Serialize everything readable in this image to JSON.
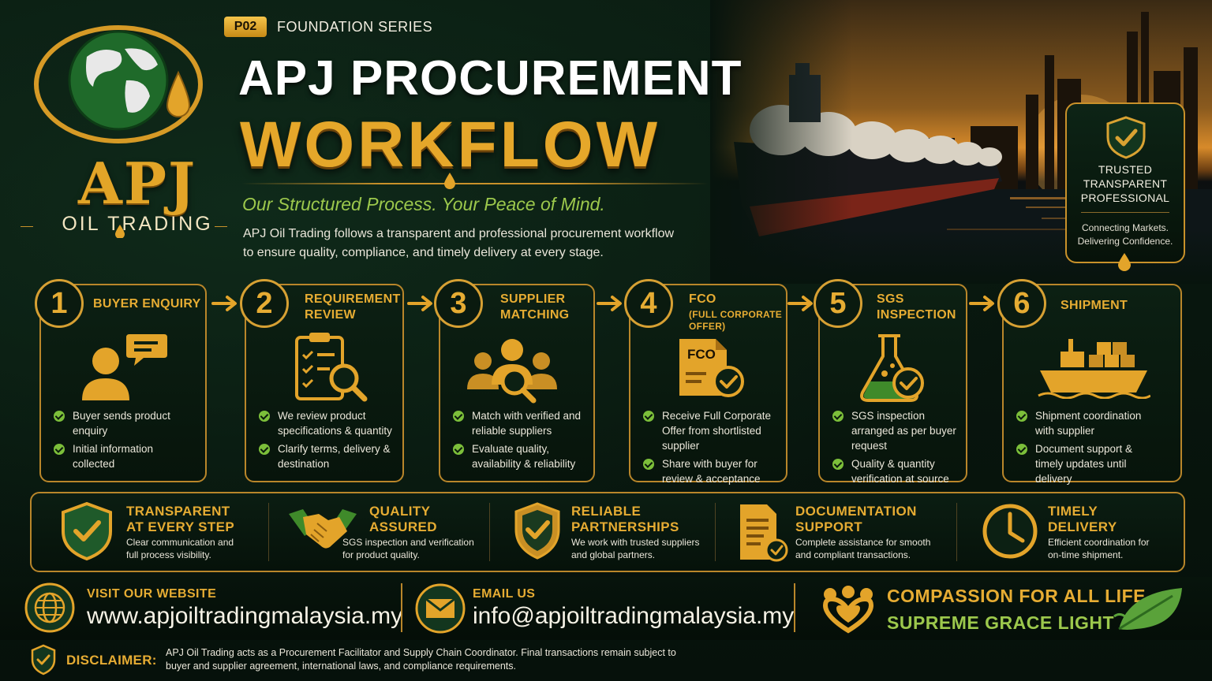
{
  "logo": {
    "brand": "APJ",
    "subtitle": "OIL TRADING"
  },
  "header": {
    "series_badge": "P02",
    "series_name": "FOUNDATION SERIES",
    "title_line1": "APJ PROCUREMENT",
    "title_line2": "WORKFLOW",
    "tagline": "Our Structured Process. Your Peace of Mind.",
    "intro_line1": "APJ Oil Trading follows a transparent and professional procurement workflow",
    "intro_line2": "to ensure quality, compliance, and timely delivery at every stage."
  },
  "trust_badge": {
    "line1": "TRUSTED",
    "line2": "TRANSPARENT",
    "line3": "PROFESSIONAL",
    "sub1": "Connecting Markets.",
    "sub2": "Delivering Confidence."
  },
  "steps": [
    {
      "number": "1",
      "title_line1": "BUYER ENQUIRY",
      "title_line2": "",
      "subtitle_line1": "",
      "subtitle_line2": "",
      "icon": "buyer-chat-icon",
      "bullets": [
        "Buyer sends product enquiry",
        "Initial information collected"
      ]
    },
    {
      "number": "2",
      "title_line1": "REQUIREMENT",
      "title_line2": "REVIEW",
      "subtitle_line1": "",
      "subtitle_line2": "",
      "icon": "clipboard-search-icon",
      "bullets": [
        "We review product specifications & quantity",
        "Clarify terms, delivery & destination"
      ]
    },
    {
      "number": "3",
      "title_line1": "SUPPLIER",
      "title_line2": "MATCHING",
      "subtitle_line1": "",
      "subtitle_line2": "",
      "icon": "people-search-icon",
      "bullets": [
        "Match with verified and reliable suppliers",
        "Evaluate quality, availability & reliability"
      ]
    },
    {
      "number": "4",
      "title_line1": "FCO",
      "title_line2": "",
      "subtitle_line1": "(FULL CORPORATE",
      "subtitle_line2": "OFFER)",
      "icon": "fco-document-icon",
      "icon_text": "FCO",
      "bullets": [
        "Receive Full Corporate Offer from shortlisted supplier",
        "Share with buyer for review & acceptance"
      ]
    },
    {
      "number": "5",
      "title_line1": "SGS",
      "title_line2": "INSPECTION",
      "subtitle_line1": "",
      "subtitle_line2": "",
      "icon": "flask-check-icon",
      "bullets": [
        "SGS inspection arranged as per buyer request",
        "Quality & quantity verification at source"
      ]
    },
    {
      "number": "6",
      "title_line1": "SHIPMENT",
      "title_line2": "",
      "subtitle_line1": "",
      "subtitle_line2": "",
      "icon": "cargo-ship-icon",
      "bullets": [
        "Shipment coordination with supplier",
        "Document support & timely updates until delivery"
      ]
    }
  ],
  "features": [
    {
      "title_line1": "TRANSPARENT",
      "title_line2": "AT EVERY STEP",
      "desc_line1": "Clear communication and",
      "desc_line2": "full process visibility.",
      "icon": "shield-check-icon"
    },
    {
      "title_line1": "QUALITY",
      "title_line2": "ASSURED",
      "desc_line1": "SGS inspection and verification",
      "desc_line2": "for product quality.",
      "icon": "handshake-icon"
    },
    {
      "title_line1": "RELIABLE",
      "title_line2": "PARTNERSHIPS",
      "desc_line1": "We work with trusted suppliers",
      "desc_line2": "and global partners.",
      "icon": "shield-badge-icon"
    },
    {
      "title_line1": "DOCUMENTATION",
      "title_line2": "SUPPORT",
      "desc_line1": "Complete assistance for smooth",
      "desc_line2": "and compliant transactions.",
      "icon": "document-check-icon"
    },
    {
      "title_line1": "TIMELY",
      "title_line2": "DELIVERY",
      "desc_line1": "Efficient coordination for",
      "desc_line2": "on-time shipment.",
      "icon": "clock-icon"
    }
  ],
  "contact": {
    "website_label": "VISIT OUR WEBSITE",
    "website": "www.apjoiltradingmalaysia.my",
    "email_label": "EMAIL US",
    "email": "info@apjoiltradingmalaysia.my",
    "motto_line1": "COMPASSION FOR ALL LIFE",
    "motto_line2": "SUPREME GRACE LIGHT"
  },
  "disclaimer": {
    "label": "DISCLAIMER:",
    "text_line1": "APJ Oil Trading acts as a Procurement Facilitator and Supply Chain Coordinator. Final transactions remain subject to",
    "text_line2": "buyer and supplier agreement, international laws, and compliance requirements."
  },
  "colors": {
    "gold": "#e6ac33",
    "green_accent": "#9cc84c",
    "background": "#07120c",
    "border": "#b9862a"
  }
}
